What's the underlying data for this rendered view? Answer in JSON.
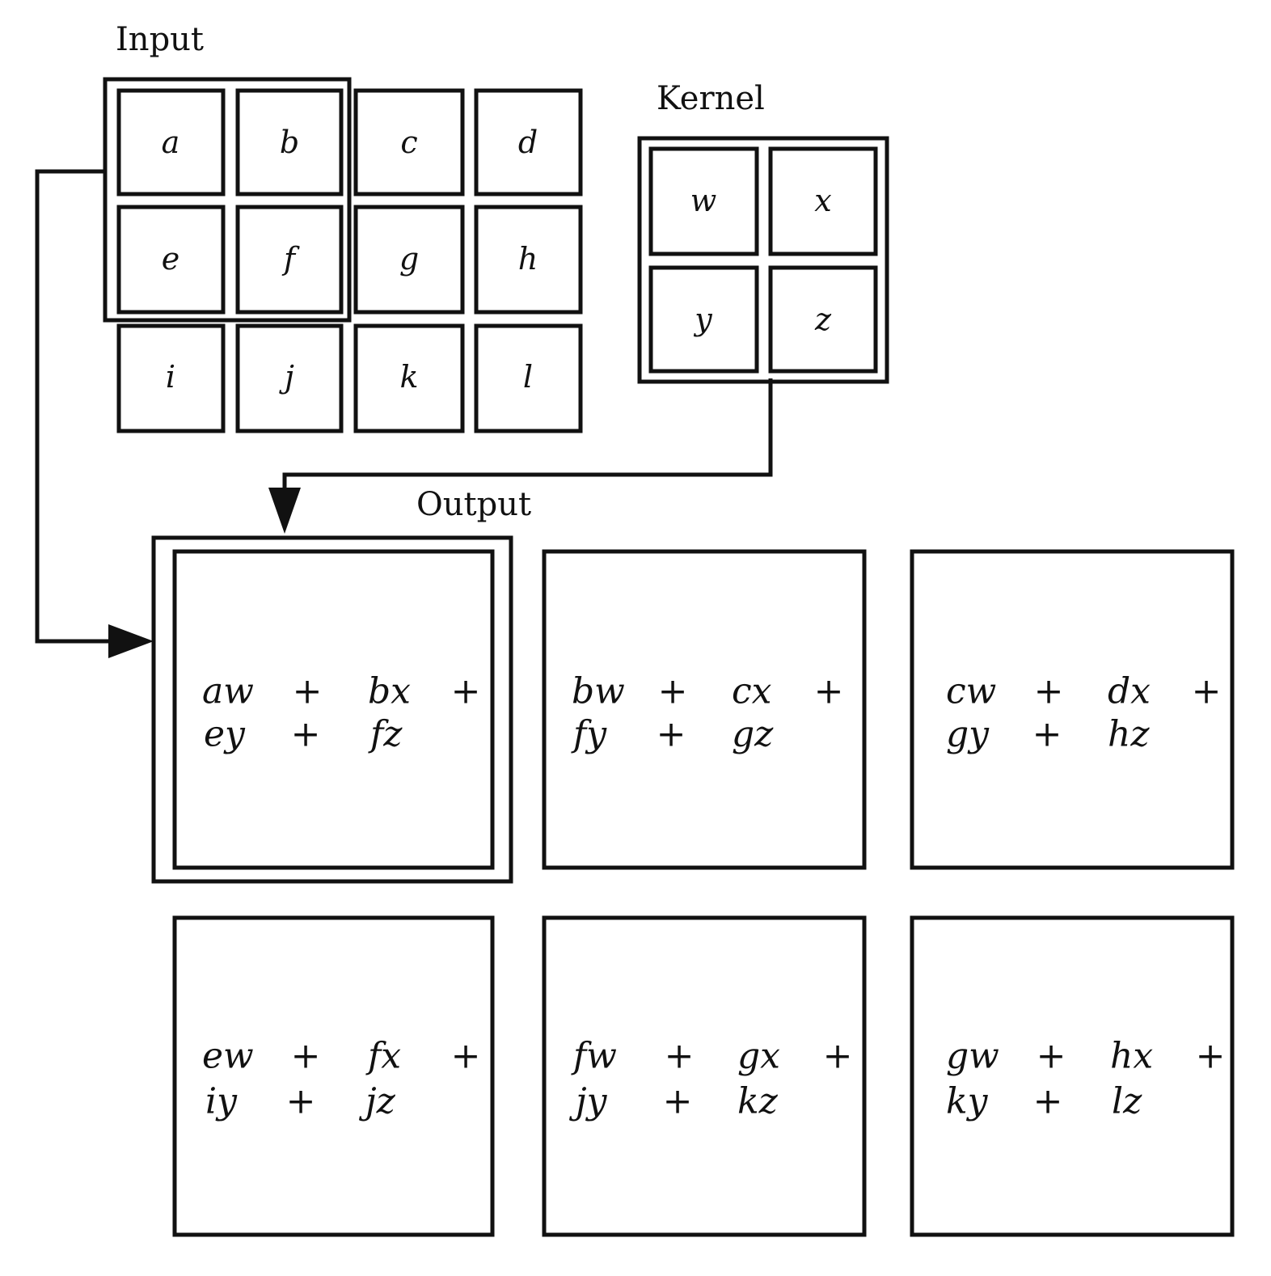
{
  "input": {
    "title": "Input",
    "cells": [
      [
        "a",
        "b",
        "c",
        "d"
      ],
      [
        "e",
        "f",
        "g",
        "h"
      ],
      [
        "i",
        "j",
        "k",
        "l"
      ]
    ]
  },
  "kernel": {
    "title": "Kernel",
    "cells": [
      [
        "w",
        "x"
      ],
      [
        "y",
        "z"
      ]
    ]
  },
  "output": {
    "title": "Output",
    "cells": [
      [
        {
          "line1": [
            "aw",
            "+",
            "bx",
            "+"
          ],
          "line2": [
            "ey",
            "+",
            "fz"
          ]
        },
        {
          "line1": [
            "bw",
            "+",
            "cx",
            "+"
          ],
          "line2": [
            "fy",
            "+",
            "gz"
          ]
        },
        {
          "line1": [
            "cw",
            "+",
            "dx",
            "+"
          ],
          "line2": [
            "gy",
            "+",
            "hz"
          ]
        }
      ],
      [
        {
          "line1": [
            "ew",
            "+",
            "fx",
            "+"
          ],
          "line2": [
            "iy",
            "+",
            "jz"
          ]
        },
        {
          "line1": [
            "fw",
            "+",
            "gx",
            "+"
          ],
          "line2": [
            "jy",
            "+",
            "kz"
          ]
        },
        {
          "line1": [
            "gw",
            "+",
            "hx",
            "+"
          ],
          "line2": [
            "ky",
            "+",
            "lz"
          ]
        }
      ]
    ]
  }
}
